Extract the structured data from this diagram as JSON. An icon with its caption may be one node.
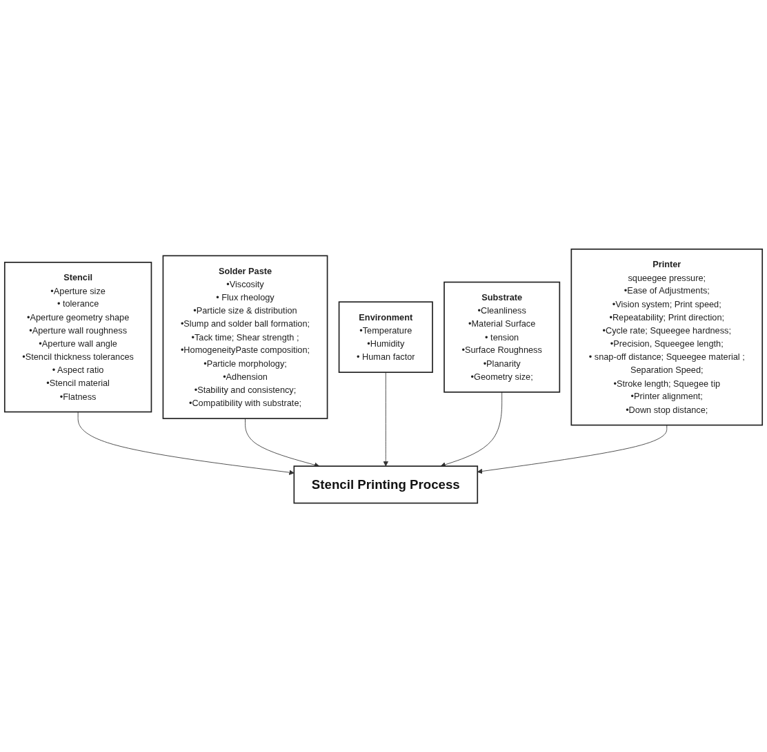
{
  "diagram": {
    "nodes": [
      {
        "text": [
          "Stencil",
          "•Aperture size",
          "• tolerance",
          "•Aperture geometry shape",
          "•Aperture wall roughness",
          "•Aperture wall angle",
          "•Stencil  thickness tolerances",
          "•  Aspect ratio",
          "•Stencil material",
          "•Flatness"
        ]
      },
      {
        "text": [
          "Solder Paste",
          "•Viscosity",
          "• Flux rheology",
          "•Particle size & distribution",
          "•Slump and solder ball formation;",
          "•Tack time; Shear strength ;",
          "•HomogeneityPaste composition;",
          "•Particle morphology;",
          "•Adhension",
          "•Stability and consistency;",
          "•Compatibility with substrate;"
        ]
      },
      {
        "text": [
          "Environment",
          "•Temperature",
          "•Humidity",
          "• Human factor"
        ]
      },
      {
        "text": [
          "Stencil Printing Process"
        ]
      },
      {
        "text": [
          "Substrate",
          "•Cleanliness",
          "•Material Surface",
          "• tension",
          "•Surface Roughness",
          "•Planarity",
          "•Geometry size;"
        ]
      },
      {
        "text": [
          "Printer",
          "squeegee pressure;",
          "•Ease of  Adjustments;",
          "•Vision system; Print speed;",
          "•Repeatability; Print direction;",
          "•Cycle rate; Squeegee hardness;",
          "•Precision,  Squeegee length;",
          "• snap-off distance; Squeegee material ;",
          "Separation Speed;",
          "•Stroke length; Squegee tip",
          "•Printer alignment;",
          "•Down stop distance;"
        ]
      }
    ],
    "edges": [
      {
        "from": 0,
        "to": 3,
        "arrow": "to"
      },
      {
        "from": 1,
        "to": 3,
        "arrow": "to"
      },
      {
        "from": 2,
        "to": 3,
        "arrow": "to"
      },
      {
        "from": 4,
        "to": 3,
        "arrow": "to"
      },
      {
        "from": 5,
        "to": 3,
        "arrow": "to"
      }
    ]
  }
}
